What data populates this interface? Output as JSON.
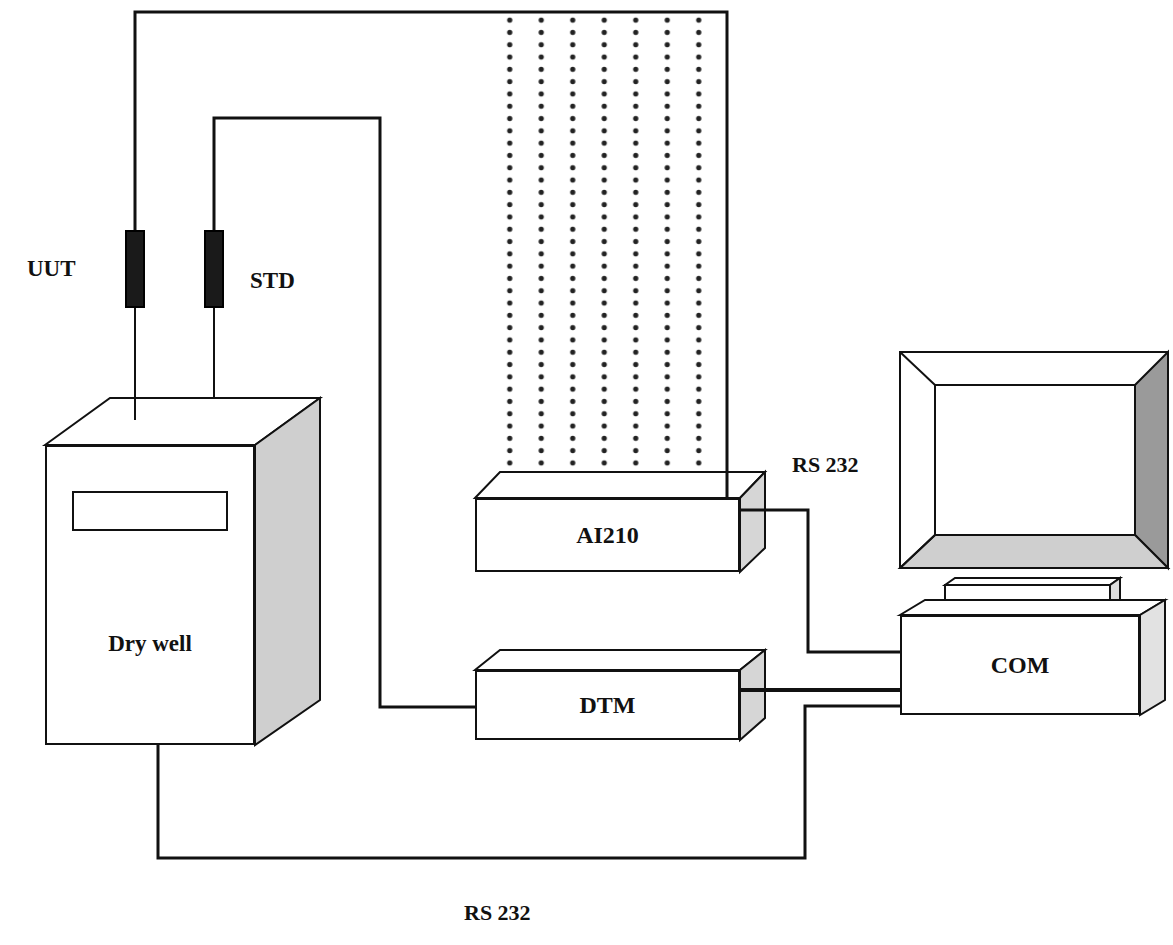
{
  "diagram": {
    "nodes": [
      {
        "text": [
          "UUT"
        ]
      },
      {
        "text": [
          "STD"
        ]
      },
      {
        "text": [
          "AI210"
        ]
      },
      {
        "text": [
          "Dry well"
        ]
      },
      {
        "text": [
          "DTM"
        ]
      },
      {
        "text": [
          "COM"
        ]
      }
    ],
    "edges": [
      {
        "from": 0,
        "to": 2,
        "arrow": "none"
      },
      {
        "from": 1,
        "to": 4,
        "arrow": "none"
      },
      {
        "from": 2,
        "to": 5,
        "label": "RS 232",
        "arrow": "none"
      },
      {
        "from": 4,
        "to": 5,
        "arrow": "none"
      },
      {
        "from": 3,
        "to": 5,
        "label": "RS 232",
        "arrow": "none"
      }
    ]
  }
}
